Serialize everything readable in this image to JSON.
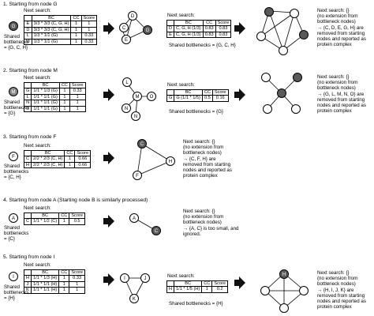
{
  "steps": [
    {
      "title": "1. Starting from node G",
      "start": "G",
      "shared_label": "Shared\nbottlenecks\n= {G, C, H}",
      "table_head": "Next search:",
      "cols": [
        "BC",
        "CC",
        "Score"
      ],
      "rows": [
        [
          "E",
          "3/3 * 3/3 (C, G, H)",
          "1",
          "1"
        ],
        [
          "D",
          "3/3 * 3/3 (C, G, H)",
          "1",
          "1"
        ],
        [
          "L",
          "1/3 * 1/1 (G)",
          "1",
          "0.33"
        ],
        [
          "M",
          "1/3 * 1/1 (G)",
          "1",
          "0.33"
        ]
      ],
      "next_head": "Next search:",
      "next_cols": [
        "BC",
        "CC",
        "Score"
      ],
      "next_rows": [
        [
          "D",
          "C, G, H (1/3)",
          "0.83",
          "0.83"
        ],
        [
          "E",
          "C, G, H (1/3)",
          "0.83",
          "0.83"
        ]
      ],
      "graph2_label": "Shared bottlenecks = {G, C, H}",
      "note": "Next search: {}\n(no extension from\nbottleneck nodes)\n→ {C, D, E, G, H} are\nremoved from starting\nnodes and reported as\nprotein complex"
    },
    {
      "title": "2. Starting from node M",
      "start": "M",
      "shared_label": "Shared\nbottlenecks\n= {G}",
      "table_head": "Next search:",
      "cols": [
        "BC",
        "CC",
        "Score"
      ],
      "rows": [
        [
          "G",
          "1/1 * 1/3 (G)",
          "1",
          "0.33"
        ],
        [
          "L",
          "1/1 * 1/1 (G)",
          "1",
          "1"
        ],
        [
          "N",
          "1/1 * 1/1 (G)",
          "1",
          "1"
        ],
        [
          "O",
          "1/1 * 1/1 (G)",
          "1",
          "1"
        ]
      ],
      "next_head": "Next search:",
      "next_cols": [
        "BC",
        "CC",
        "Score"
      ],
      "next_rows": [
        [
          "G",
          "G (1/1 * 1/5)",
          "0.5",
          "0.16"
        ]
      ],
      "graph2_label": "Shared bottlenecks = {G}",
      "note": "Next search: {}\n(no extension from\nbottleneck nodes)\n→ {G, L, M, N, O} are\nremoved from starting\nnodes and reported as\nprotein complex"
    },
    {
      "title": "3. Starting from node F",
      "start": "F",
      "shared_label": "Shared\nbottlenecks\n= {C, H}",
      "table_head": "Next search:",
      "cols": [
        "BC",
        "CC",
        "Score"
      ],
      "rows": [
        [
          "C",
          "2/2 * 2/3 (C, H)",
          "1",
          "0.66"
        ],
        [
          "H",
          "2/2 * 2/3 (C, H)",
          "1",
          "0.66"
        ]
      ],
      "note": "Next search: {}\n(no extension from\nbottleneck nodes)\n→ {C, F, H} are\nremoved from starting\nnodes and reported as\nprotein complex"
    },
    {
      "title": "4. Starting from node A (Starting node B is similarly processed)",
      "start": "A",
      "shared_label": "Shared\nbottlenecks\n= {C}",
      "table_head": "Next search:",
      "cols": [
        "BC",
        "CC",
        "Score"
      ],
      "rows": [
        [
          "C",
          "1/1 * 1/2 (C)",
          "1",
          "0.5"
        ]
      ],
      "note": "Next search: {}\n(no extension from\nbottleneck nodes)\n→ {A, C} is too small, and\nignored."
    },
    {
      "title": "5. Starting from node I",
      "start": "I",
      "shared_label": "Shared\nbottlenecks\n= {H}",
      "table_head": "Next search:",
      "cols": [
        "BC",
        "CC",
        "Score"
      ],
      "rows": [
        [
          "H",
          "1/1 * 1/3 (H)",
          "1",
          "0.33"
        ],
        [
          "J",
          "1/1 * 1/1 (H)",
          "1",
          "1"
        ],
        [
          "K",
          "1/1 * 1/1 (H)",
          "1",
          "1"
        ]
      ],
      "next_head": "Next search:",
      "next_cols": [
        "BC",
        "CC",
        "Score"
      ],
      "next_rows": [
        [
          "H",
          "1/1 * 1/5 (H)",
          "1",
          "0.2"
        ]
      ],
      "graph2_label": "Shared bottlenecks = {H}",
      "note": "Next search: {}\n(no extension from\nbottleneck nodes)\n→ {H, I, J, K} are\nremoved from starting\nnodes and reported as\nprotein complex"
    }
  ],
  "colors": {
    "dark_node": "#5a5a5a",
    "mid_node": "#8a8a8a",
    "arrow": "#111111"
  }
}
